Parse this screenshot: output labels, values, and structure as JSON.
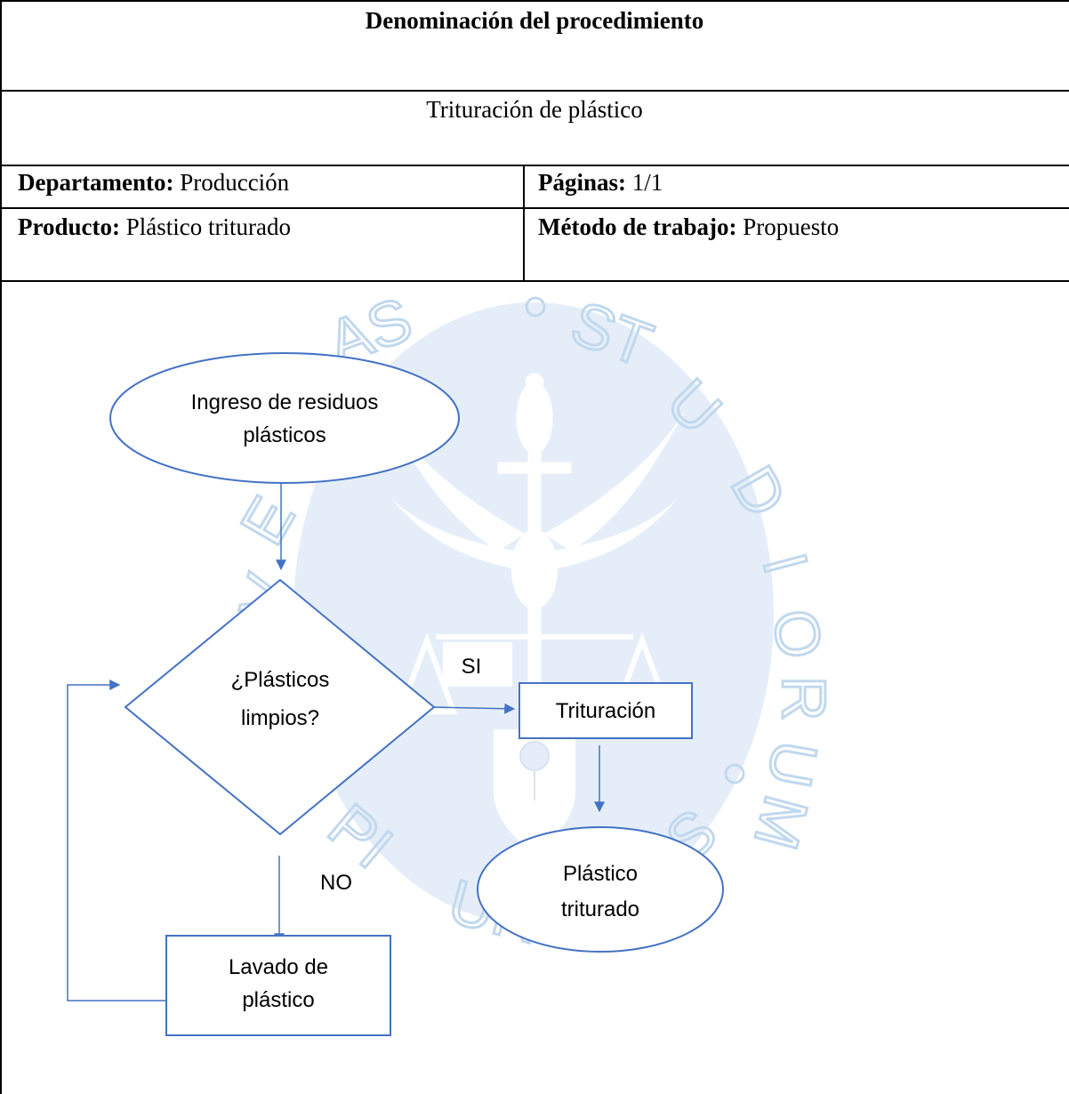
{
  "header": {
    "title": "Denominación del procedimiento",
    "procedure_name": "Trituración de plástico"
  },
  "fields": {
    "department_label": "Departamento:",
    "department_value": "Producción",
    "pages_label": "Páginas:",
    "pages_value": "1/1",
    "product_label": "Producto:",
    "product_value": "Plástico triturado",
    "method_label": "Método de trabajo:",
    "method_value": "Propuesto"
  },
  "flowchart": {
    "start_line1": "Ingreso de residuos",
    "start_line2": "plásticos",
    "decision_line1": "¿Plásticos",
    "decision_line2": "limpios?",
    "yes_label": "SI",
    "no_label": "NO",
    "process_crush": "Trituración",
    "end_line1": "Plástico",
    "end_line2": "triturado",
    "process_wash_line1": "Lavado de",
    "process_wash_line2": "plástico"
  },
  "watermark": {
    "text": "VERITAS · STUDIORUM · PIURENSIS",
    "color": "#8fb8e0"
  },
  "colors": {
    "flow_stroke": "#4472c4",
    "table_border": "#000000"
  }
}
